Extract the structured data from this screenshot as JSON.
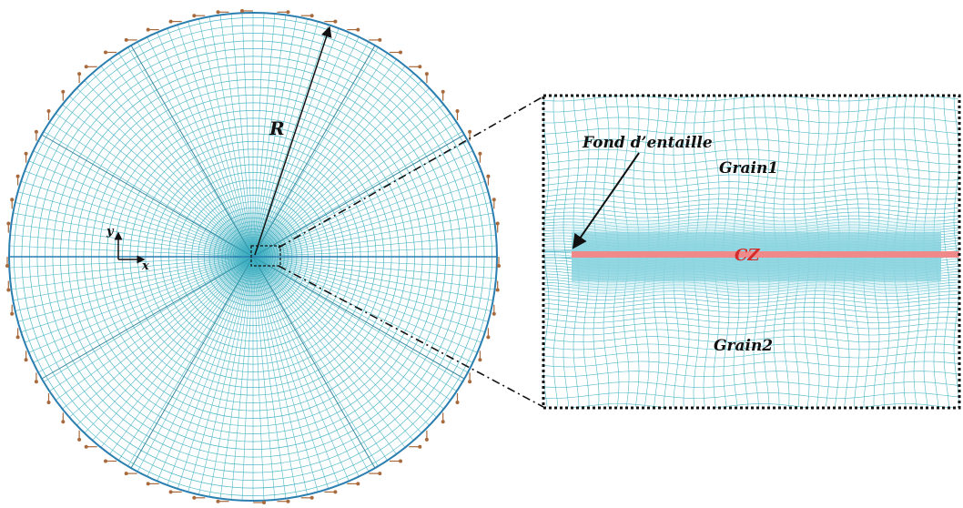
{
  "labels": {
    "radius": "R",
    "axis_x": "x",
    "axis_y": "y",
    "notch_tip": "Fond d’entaille",
    "grain_top": "Grain1",
    "grain_bottom": "Grain2",
    "cohesive_zone": "CZ"
  },
  "colors": {
    "mesh": "#4fb8c8",
    "mesh_dense": "#2aa5b8",
    "boundary": "#2a7fb0",
    "cz_band": "#f08a8a",
    "cz_text": "#d42b2b",
    "arrow": "#a86a3c",
    "black": "#111111"
  },
  "icons": {
    "load_arrow": "arrow-icon",
    "axis_triad": "axes-icon"
  }
}
